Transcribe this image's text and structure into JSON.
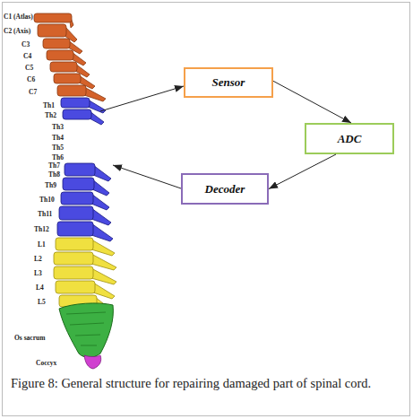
{
  "diagram": {
    "caption": "Figure 8: General structure for repairing damaged part of spinal cord.",
    "nodes": [
      {
        "text": [
          "Sensor"
        ]
      },
      {
        "text": [
          "ADC"
        ]
      },
      {
        "text": [
          "Decoder"
        ]
      }
    ],
    "edges": [
      {
        "from": 0,
        "to": 1,
        "arrow": "to"
      },
      {
        "from": 1,
        "to": 2,
        "arrow": "to"
      }
    ],
    "labels": [
      "C1 (Atlas)",
      "C2 (Axis)",
      "C3",
      "C4",
      "C5",
      "C6",
      "C7",
      "Th1",
      "Th2",
      "Th3",
      "Th4",
      "Th5",
      "Th6",
      "Th7",
      "Th8",
      "Th9",
      "Th10",
      "Th11",
      "Th12",
      "L1",
      "L2",
      "L3",
      "L4",
      "L5",
      "Os sacrum",
      "Coccyx"
    ]
  }
}
